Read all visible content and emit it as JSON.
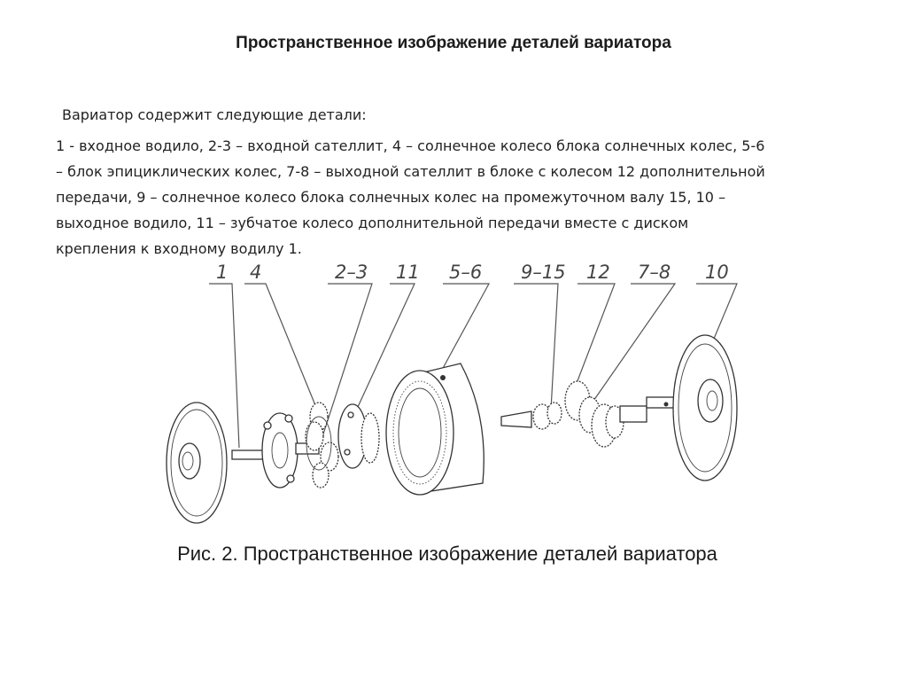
{
  "slide": {
    "title": "Пространственное изображение деталей вариатора",
    "intro": "Вариатор содержит следующие детали:",
    "body_lines": [
      "1 - входное водило, 2-3 – входной сателлит, 4 – солнечное колесо блока солнечных колес, 5-6",
      "– блок эпициклических колес, 7-8 – выходной сателлит в блоке с колесом 12 дополнительной",
      "передачи, 9 – солнечное колесо блока солнечных колес на промежуточном валу 15, 10 –",
      "выходное водило, 11 – зубчатое колесо дополнительной передачи вместе с диском",
      "крепления к входному водилу 1."
    ],
    "caption": "Рис. 2. Пространственное изображение деталей вариатора"
  },
  "figure": {
    "part_labels": [
      "1",
      "4",
      "2–3",
      "11",
      "5–6",
      "9–15",
      "12",
      "7–8",
      "10"
    ]
  }
}
